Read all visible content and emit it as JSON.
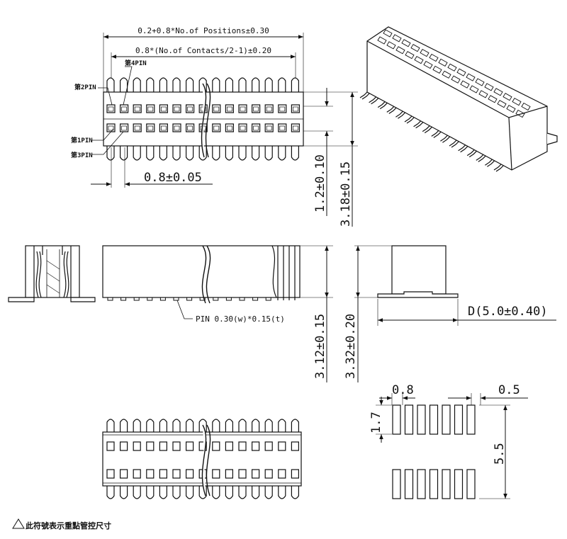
{
  "top_view": {
    "dim_overall": "0.2+0.8*No.of Positions±0.30",
    "dim_contacts": "0.8*(No.of Contacts/2-1)±0.20",
    "pin_labels": [
      "第2PIN",
      "第4PIN",
      "第1PIN",
      "第3PIN"
    ],
    "dim_pitch": "0.8±0.05",
    "dim_row": "1.2±0.10",
    "dim_width": "3.18±0.15"
  },
  "side_view": {
    "pin_note": "PIN 0.30(w)*0.15(t)",
    "dim_height": "3.12±0.15",
    "dim_total_height": "3.32±0.20",
    "dim_d": "D(5.0±0.40)"
  },
  "footprint": {
    "dim_pitch": "0.8",
    "dim_pad_width": "0.5",
    "dim_pad_length": "1.7",
    "dim_span": "5.5"
  },
  "legend": {
    "text": "此符號表示重點管控尺寸"
  },
  "colors": {
    "line": "#111111",
    "background": "#ffffff"
  }
}
